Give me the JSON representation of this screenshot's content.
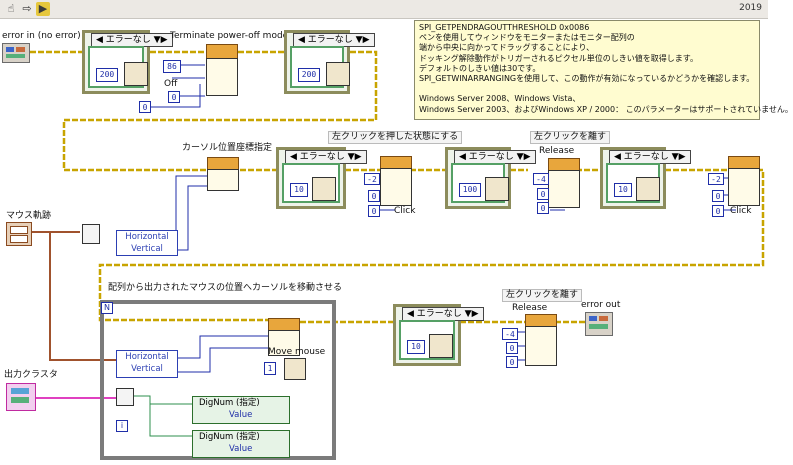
{
  "toolbar": {
    "year": "2019"
  },
  "labels": {
    "error_in": "error in (no error)",
    "mouse_path": "マウス軌跡",
    "output_cluster": "出力クラスタ",
    "terminate_mode": "Terminate power-off mode",
    "cursor_set": "カーソル位置座標指定",
    "left_click_press": "左クリックを押した状態にする",
    "left_click_release_1": "左クリックを離す",
    "release_1": "Release",
    "left_click_release_2": "左クリックを離す",
    "release_2": "Release",
    "move_cursor_array": "配列から出力されたマウスの位置へカーソルを移動させる",
    "move_mouse": "Move mouse",
    "error_out": "error out",
    "click_1": "Click",
    "click_2": "Click",
    "off": "Off",
    "n_terminal": "N",
    "i_terminal": "i"
  },
  "case_selector": "エラーなし",
  "constants": {
    "c200a": "200",
    "c86": "86",
    "c0a": "0",
    "c0b": "0",
    "c200b": "200",
    "c10a": "10",
    "c_2a": "-2",
    "c0c": "0",
    "c0d": "0",
    "c100": "100",
    "c_4a": "-4",
    "c0e": "0",
    "c0f": "0",
    "c10b": "10",
    "c_2b": "-2",
    "c0g": "0",
    "c0h": "0",
    "c10c": "10",
    "c_4b": "-4",
    "c0i": "0",
    "c0j": "0",
    "c1": "1"
  },
  "bundle": {
    "horizontal": "Horizontal",
    "vertical": "Vertical"
  },
  "dignum": {
    "dig1": "DigNum (指定)",
    "value1": "Value",
    "dig2": "DigNum (指定)",
    "value2": "Value"
  },
  "comment": {
    "lines": [
      "SPI_GETPENDRAGOUTTHRESHOLD    0x0086",
      "ペンを使用してウィンドウをモニターまたはモニター配列の",
      "端から中央に向かってドラッグすることにより、",
      "ドッキング解除動作がトリガーされるピクセル単位のしきい値を取得します。",
      "デフォルトのしきい値は30です。",
      "SPI_GETWINARRANGINGを使用して、この動作が有効になっているかどうかを確認します。",
      "",
      "Windows Server 2008、Windows Vista、",
      "Windows Server 2003、およびWindows XP / 2000：  このパラメーターはサポートされていません。"
    ]
  },
  "colors": {
    "error_wire": "#c8a400",
    "int_wire": "#1f2ea8",
    "cluster_wire": "#a0522d",
    "pink_wire": "#e040c0",
    "green_wire": "#2c8f4c"
  }
}
